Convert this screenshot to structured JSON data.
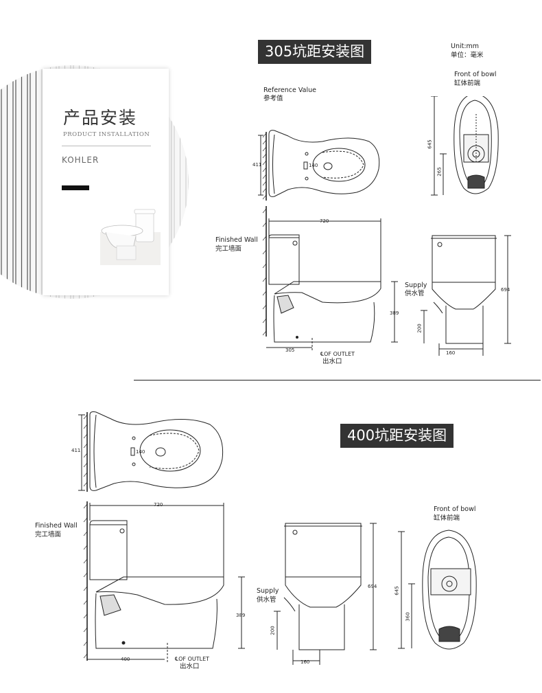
{
  "card": {
    "title": "产品安装",
    "subtitle": "PRODUCT INSTALLATION",
    "brand": "KOHLER"
  },
  "section_305": {
    "title": "305坑距安装图",
    "unit_en": "Unit:mm",
    "unit_cn": "单位：毫米",
    "reference_en": "Reference Value",
    "reference_cn": "参考值",
    "front_en": "Front of bowl",
    "front_cn": "缸体前端",
    "wall_en": "Finished Wall",
    "wall_cn": "完工墙面",
    "supply_en": "Supply",
    "supply_cn": "供水管",
    "outlet_en": "℄OF OUTLET",
    "outlet_cn": "出水口",
    "dims": {
      "width_411": "411",
      "width_140": "140",
      "length_720": "720",
      "height_389": "389",
      "rough_in": "305",
      "length_645": "645",
      "length_265": "265",
      "height_694": "694",
      "height_200": "200",
      "width_160": "160"
    }
  },
  "section_400": {
    "title": "400坑距安装图",
    "front_en": "Front of bowl",
    "front_cn": "缸体前端",
    "wall_en": "Finished Wall",
    "wall_cn": "完工墙面",
    "supply_en": "Supply",
    "supply_cn": "供水管",
    "outlet_en": "℄OF OUTLET",
    "outlet_cn": "出水口",
    "dims": {
      "width_411": "411",
      "width_140": "140",
      "length_720": "720",
      "height_389": "389",
      "rough_in": "400",
      "length_645": "645",
      "length_360": "360",
      "height_694": "694",
      "height_200": "200",
      "width_160": "160"
    }
  }
}
